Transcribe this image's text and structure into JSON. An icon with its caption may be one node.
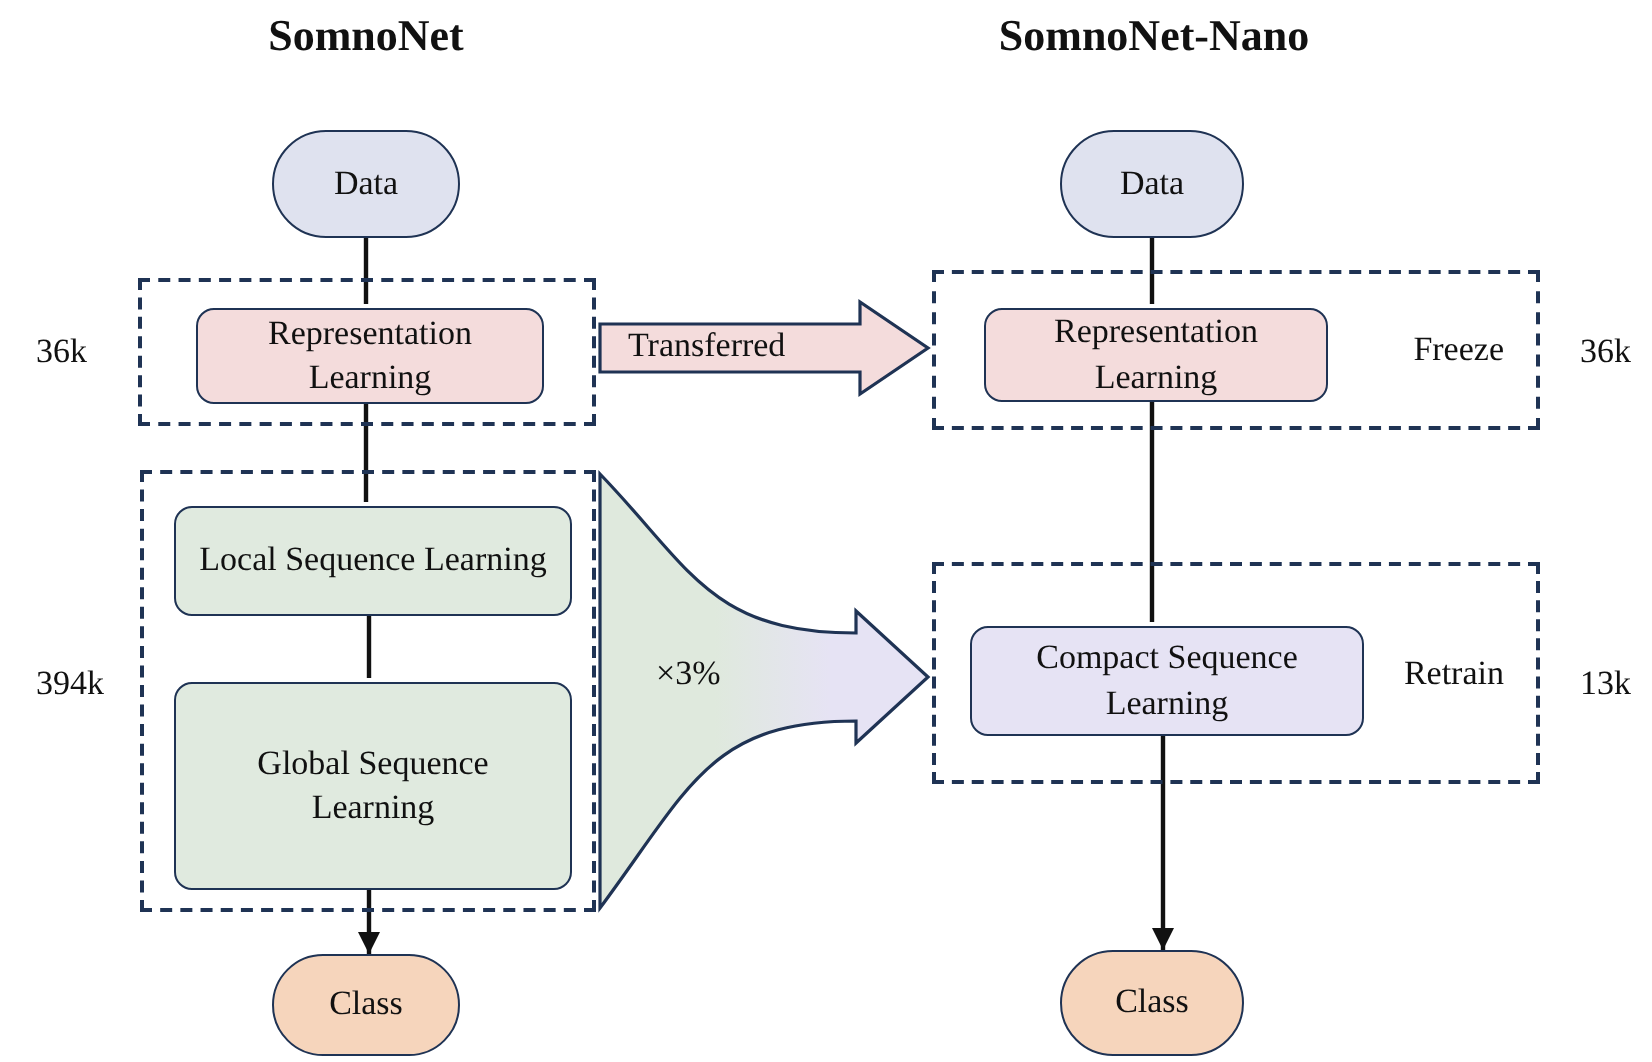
{
  "diagram": {
    "nodes": [
      {
        "text": [
          "Data"
        ]
      },
      {
        "text": [],
        "shape": "box"
      },
      {
        "text": [
          "Representation Learning"
        ],
        "in": 1
      },
      {
        "text": [],
        "shape": "box"
      },
      {
        "text": [
          "Local Sequence Learning"
        ],
        "in": 3
      },
      {
        "text": [
          "Global Sequence Learning"
        ],
        "in": 3
      },
      {
        "text": [
          "Class"
        ]
      },
      {
        "text": [
          "Data"
        ]
      },
      {
        "text": [
          "Freeze"
        ]
      },
      {
        "text": [
          "Representation Learning"
        ],
        "in": 8
      },
      {
        "text": [
          "Retrain"
        ]
      },
      {
        "text": [
          "Compact Sequence Learning"
        ],
        "in": 10
      },
      {
        "text": [
          "Class"
        ]
      }
    ],
    "edges": [
      {
        "from": 0,
        "to": 2,
        "arrow": "none"
      },
      {
        "from": 2,
        "to": 4,
        "arrow": "none"
      },
      {
        "from": 4,
        "to": 5,
        "arrow": "none"
      },
      {
        "from": 5,
        "to": 6,
        "arrow": "to"
      },
      {
        "from": 7,
        "to": 9,
        "arrow": "none"
      },
      {
        "from": 9,
        "to": 11,
        "arrow": "none"
      },
      {
        "from": 11,
        "to": 12,
        "arrow": "to"
      },
      {
        "from": 1,
        "to": 8,
        "arrow": "to",
        "label": "Transferred",
        "style": "thick"
      },
      {
        "from": 3,
        "to": 10,
        "arrow": "to",
        "label": "×3%",
        "style": "thick"
      }
    ],
    "labels": [
      "SomnoNet",
      "SomnoNet-Nano",
      "36k",
      "394k",
      "36k",
      "13k"
    ]
  }
}
